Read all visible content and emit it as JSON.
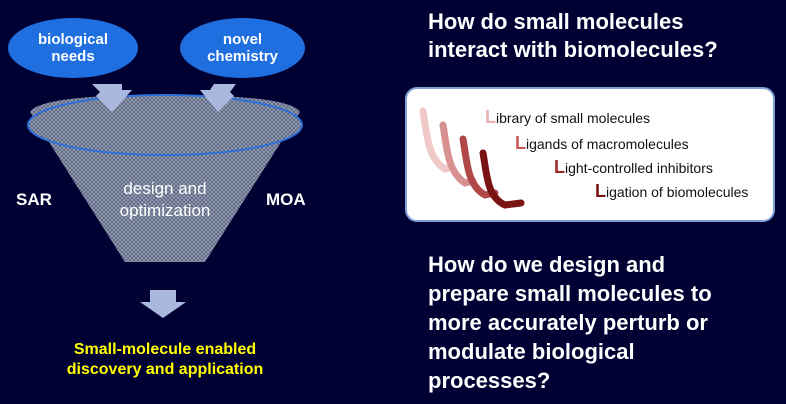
{
  "ovals": {
    "left": {
      "line1": "biological",
      "line2": "needs"
    },
    "right": {
      "line1": "novel",
      "line2": "chemistry"
    }
  },
  "funnel": {
    "side_left": "SAR",
    "side_right": "MOA",
    "center_line1": "design and",
    "center_line2": "optimization"
  },
  "result": {
    "line1": "Small-molecule enabled",
    "line2": "discovery and application",
    "color": "#ffff00"
  },
  "question1": {
    "line1": "How do small molecules",
    "line2": "interact with biomolecules?"
  },
  "library": [
    {
      "initial": "L",
      "rest": "ibrary of small molecules"
    },
    {
      "initial": "L",
      "rest": "igands of macromolecules"
    },
    {
      "initial": "L",
      "rest": "ight-controlled inhibitors"
    },
    {
      "initial": "L",
      "rest": "igation of biomolecules"
    }
  ],
  "question2": {
    "line1": "How do we design and",
    "line2": "prepare small molecules to",
    "line3": "more accurately perturb or",
    "line4": "modulate biological",
    "line5": "processes?"
  }
}
